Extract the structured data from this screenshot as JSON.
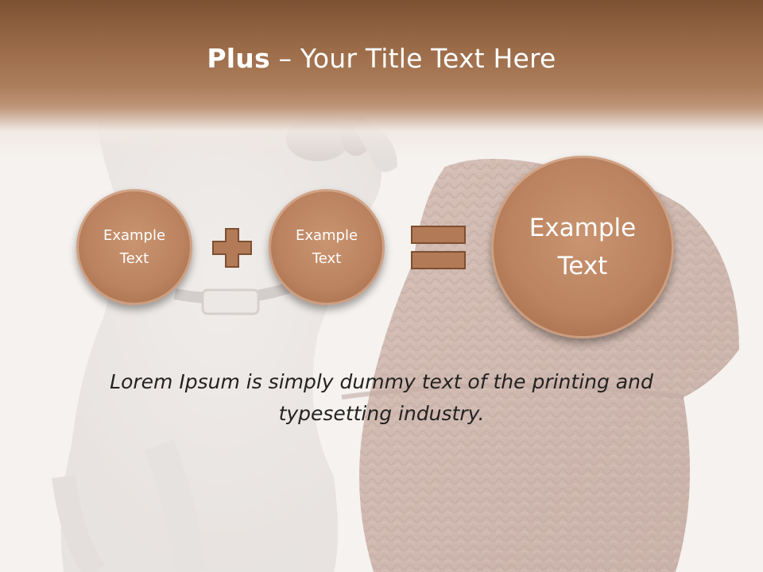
{
  "title": {
    "bold_part": "Plus",
    "rest": " – Your Title Text Here"
  },
  "circles": [
    {
      "label": "Example\nText"
    },
    {
      "label": "Example\nText"
    },
    {
      "label": "Example\nText"
    }
  ],
  "operators": {
    "plus": "plus-icon",
    "equals": "equals-icon"
  },
  "caption": "Lorem Ipsum is simply dummy text of the printing and typesetting industry.",
  "colors": {
    "title_band_top": "#7b5234",
    "circle_fill": "#bb8360",
    "operator_fill": "#b27a56",
    "caption_text": "#222222"
  }
}
